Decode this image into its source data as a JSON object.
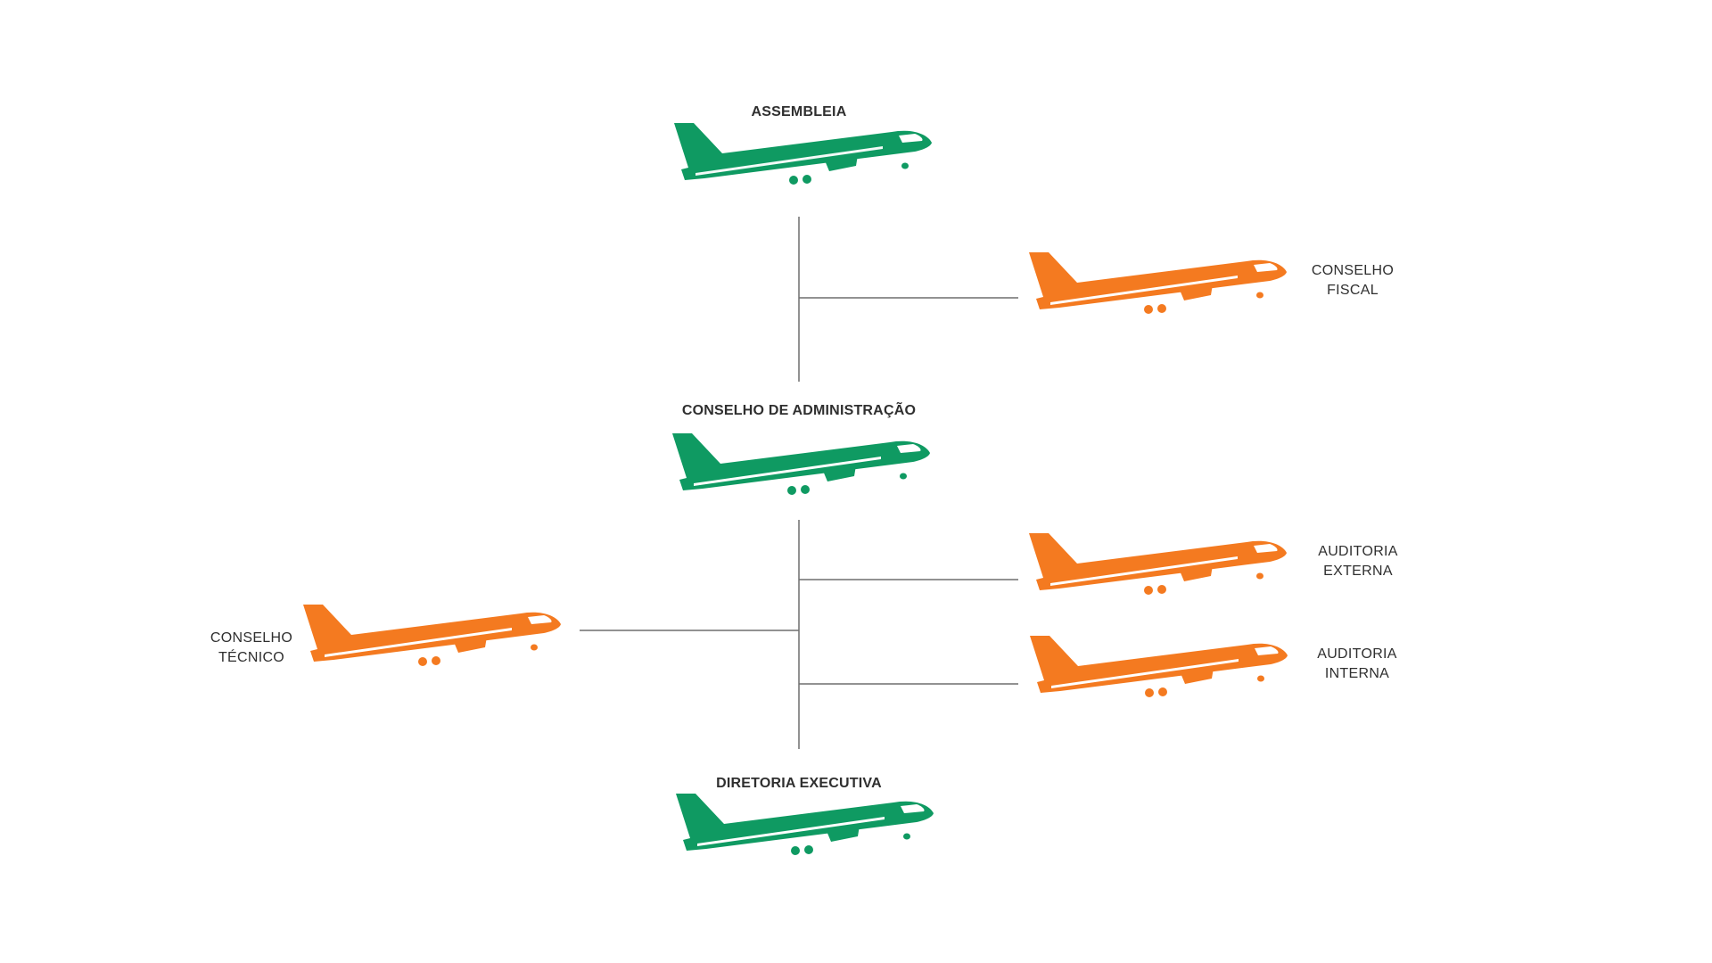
{
  "colors": {
    "primary_plane": "#0f9a62",
    "secondary_plane": "#f47a20",
    "line": "#6f6f6f",
    "text": "#2f2f2f"
  },
  "nodes": {
    "assembleia": {
      "label": "ASSEMBLEIA",
      "icon": "airplane-icon"
    },
    "conselho_administracao": {
      "label": "CONSELHO DE ADMINISTRAÇÃO",
      "icon": "airplane-icon"
    },
    "diretoria_executiva": {
      "label": "DIRETORIA EXECUTIVA",
      "icon": "airplane-icon"
    },
    "conselho_fiscal": {
      "label_line1": "CONSELHO",
      "label_line2": "FISCAL",
      "icon": "airplane-icon"
    },
    "auditoria_externa": {
      "label_line1": "AUDITORIA",
      "label_line2": "EXTERNA",
      "icon": "airplane-icon"
    },
    "auditoria_interna": {
      "label_line1": "AUDITORIA",
      "label_line2": "INTERNA",
      "icon": "airplane-icon"
    },
    "conselho_tecnico": {
      "label_line1": "CONSELHO",
      "label_line2": "TÉCNICO",
      "icon": "airplane-icon"
    }
  }
}
